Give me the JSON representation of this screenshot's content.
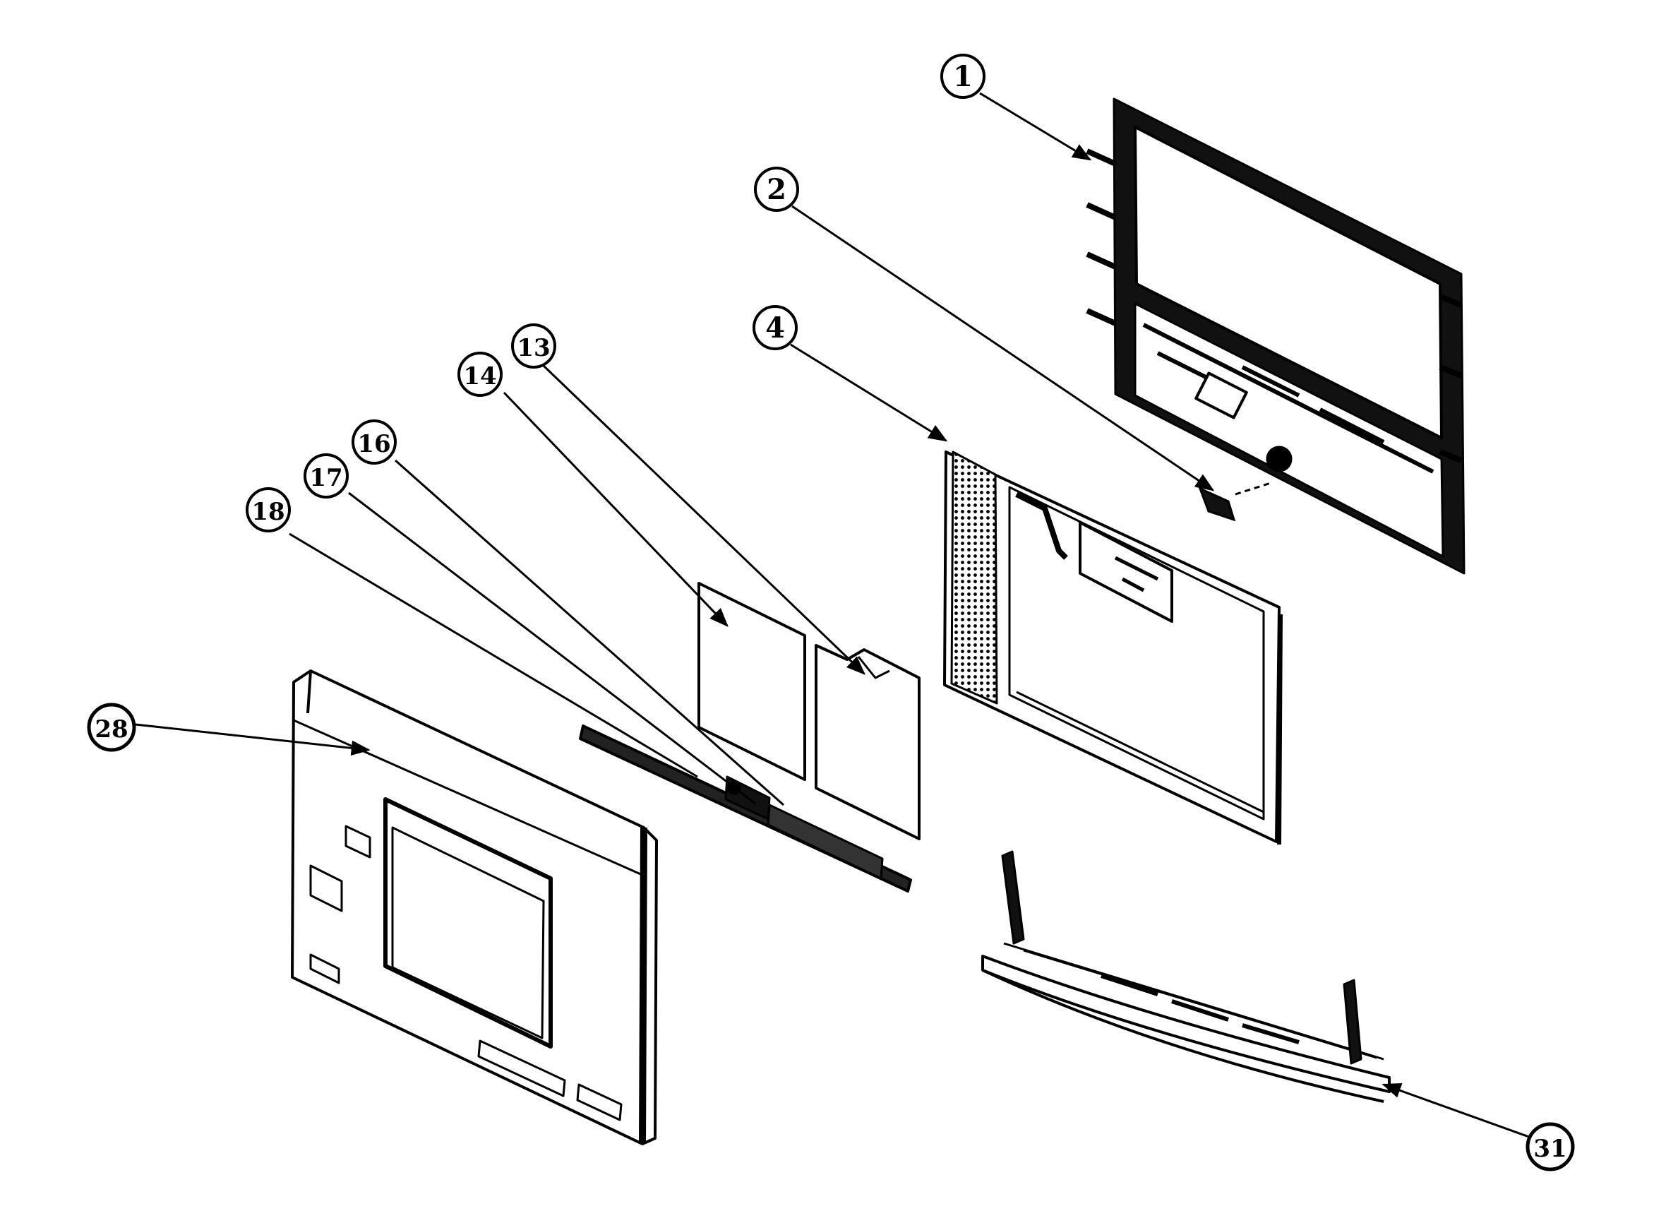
{
  "diagram": {
    "callouts": [
      {
        "id": "c1",
        "label": "1"
      },
      {
        "id": "c2",
        "label": "2"
      },
      {
        "id": "c4",
        "label": "4"
      },
      {
        "id": "c13",
        "label": "13"
      },
      {
        "id": "c14",
        "label": "14"
      },
      {
        "id": "c16",
        "label": "16"
      },
      {
        "id": "c17",
        "label": "17"
      },
      {
        "id": "c18",
        "label": "18"
      },
      {
        "id": "c28",
        "label": "28"
      },
      {
        "id": "c31",
        "label": "31"
      }
    ]
  }
}
